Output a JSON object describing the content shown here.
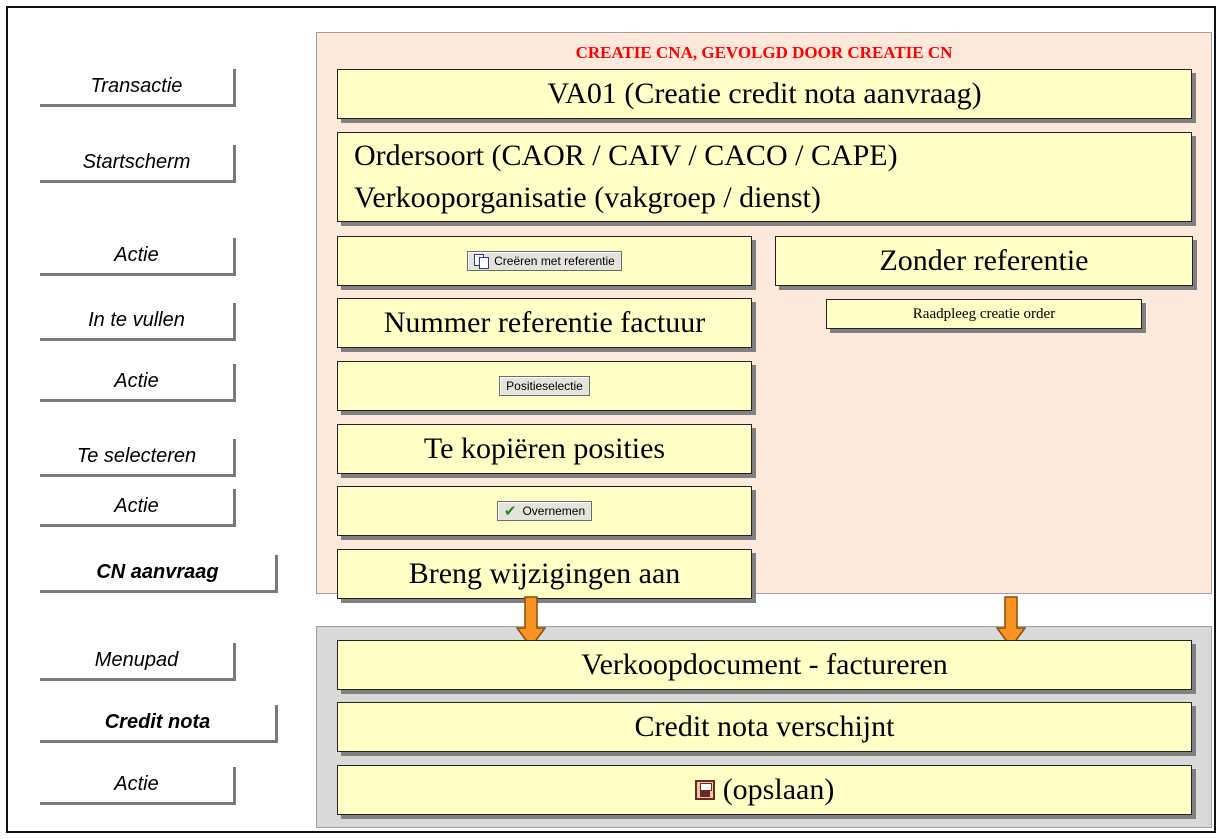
{
  "title": "CREATIE CNA, GEVOLGD DOOR CREATIE CN",
  "side_labels": {
    "transactie": "Transactie",
    "startscherm": "Startscherm",
    "actie_1": "Actie",
    "in_te_vullen": "In te vullen",
    "actie_2": "Actie",
    "te_selecteren": "Te selecteren",
    "actie_3": "Actie",
    "cn_aanvraag": "CN aanvraag",
    "menupad": "Menupad",
    "credit_nota": "Credit nota",
    "actie_4": "Actie"
  },
  "boxes": {
    "va01": "VA01 (Creatie credit nota aanvraag)",
    "ordersoort": "Ordersoort (CAOR / CAIV / CACO / CAPE)",
    "verkooporganisatie": "Verkooporganisatie (vakgroep / dienst)",
    "zonder_referentie": "Zonder referentie",
    "raadpleeg": "Raadpleeg creatie order",
    "nummer_referentie": "Nummer referentie factuur",
    "te_kopieren": "Te kopiëren posities",
    "breng_wijzigingen": "Breng wijzigingen aan",
    "verkoopdocument": "Verkoopdocument - factureren",
    "credit_verschijnt": "Credit nota verschijnt",
    "opslaan": "(opslaan)"
  },
  "buttons": {
    "creeren_met_referentie": "Creëren met referentie",
    "positieselectie": "Positieselectie",
    "overnemen": "Overnemen"
  },
  "colors": {
    "title": "#ff0000",
    "top_panel": "#fde9dc",
    "bottom_panel": "#d9d9d9",
    "box": "#ffffc6",
    "arrow": "#f7931e"
  },
  "icons": {
    "creeren_button": "copy-icon",
    "overnemen_button": "checkmark-icon",
    "opslaan": "save-icon"
  }
}
